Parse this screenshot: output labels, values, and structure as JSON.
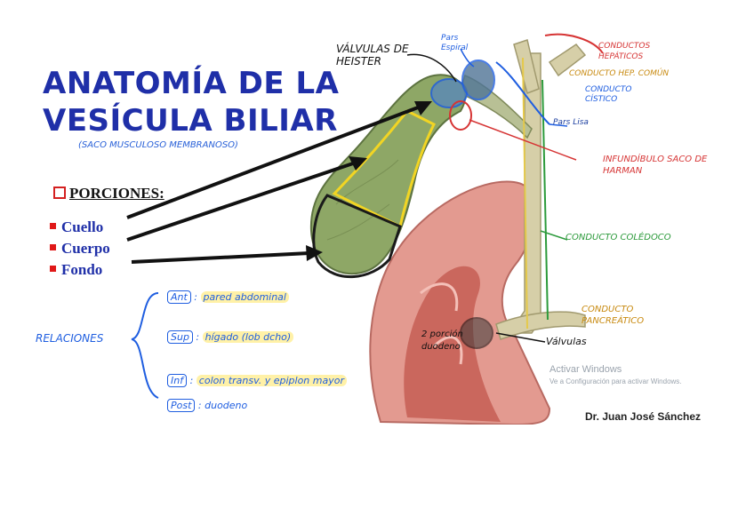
{
  "title_line1": "ANATOMÍA DE LA",
  "title_line2": "VESÍCULA BILIAR",
  "subtitle": "(SACO MUSCULOSO MEMBRANOSO)",
  "porciones_label": "PORCIONES:",
  "bullets": [
    "Cuello",
    "Cuerpo",
    "Fondo"
  ],
  "annotations": {
    "valvulas_heister": "VÁLVULAS DE HEISTER",
    "pars_espiral": "Pars Espiral",
    "conductos_hepaticos": "CONDUCTOS HEPÁTICOS",
    "conducto_hep_comun": "CONDUCTO HEP. COMÚN",
    "conducto_cistico": "CONDUCTO CÍSTICO",
    "pars_lisa": "Pars Lisa",
    "infundibulo": "INFUNDÍBULO SACO DE HARMAN",
    "conducto_coledoco": "CONDUCTO COLÉDOCO",
    "conducto_pancreatico": "CONDUCTO PANCREÁTICO",
    "valvulas": "Válvulas",
    "porcion_duodeno": "2 porción duodeno"
  },
  "relaciones": {
    "label": "RELACIONES",
    "items": [
      {
        "tag": "Ant",
        "text": "pared abdominal"
      },
      {
        "tag": "Sup",
        "text": "hígado (lob dcho)"
      },
      {
        "tag": "Inf",
        "text": "colon transv. y epiplon mayor"
      },
      {
        "tag": "Post",
        "text": "duodeno"
      }
    ]
  },
  "watermark_line1": "Activar Windows",
  "watermark_line2": "Ve a Configuración para activar Windows.",
  "credit": "Dr. Juan José Sánchez",
  "colors": {
    "title": "#1f2fa8",
    "gallbladder": "#7f9a5a",
    "duodenum": "#d98a80",
    "bile_duct": "#cfc9a2",
    "ann_blue": "#1f5ee0",
    "ann_red": "#d63434",
    "ann_green": "#2d9b3c",
    "ann_yellow": "#e5c94a"
  }
}
